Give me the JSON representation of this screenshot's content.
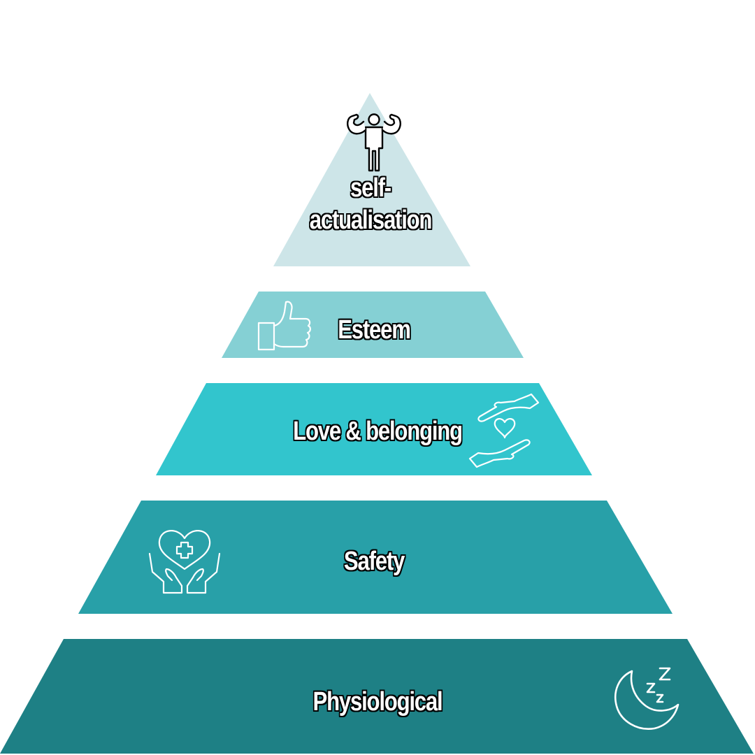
{
  "diagram": {
    "type": "pyramid",
    "tiers": [
      {
        "label": "self-actualisation",
        "label_line1": "self-",
        "label_line2": "actualisation",
        "color": "#cde5e8",
        "icon": "flexing-person-icon"
      },
      {
        "label": "Esteem",
        "color": "#85d0d4",
        "icon": "thumbs-up-icon"
      },
      {
        "label": "Love & belonging",
        "color": "#32c5cd",
        "icon": "hands-heart-icon"
      },
      {
        "label": "Safety",
        "color": "#28a0a8",
        "icon": "hands-health-heart-icon"
      },
      {
        "label": "Physiological",
        "color": "#1e8085",
        "icon": "moon-sleep-icon"
      }
    ]
  }
}
